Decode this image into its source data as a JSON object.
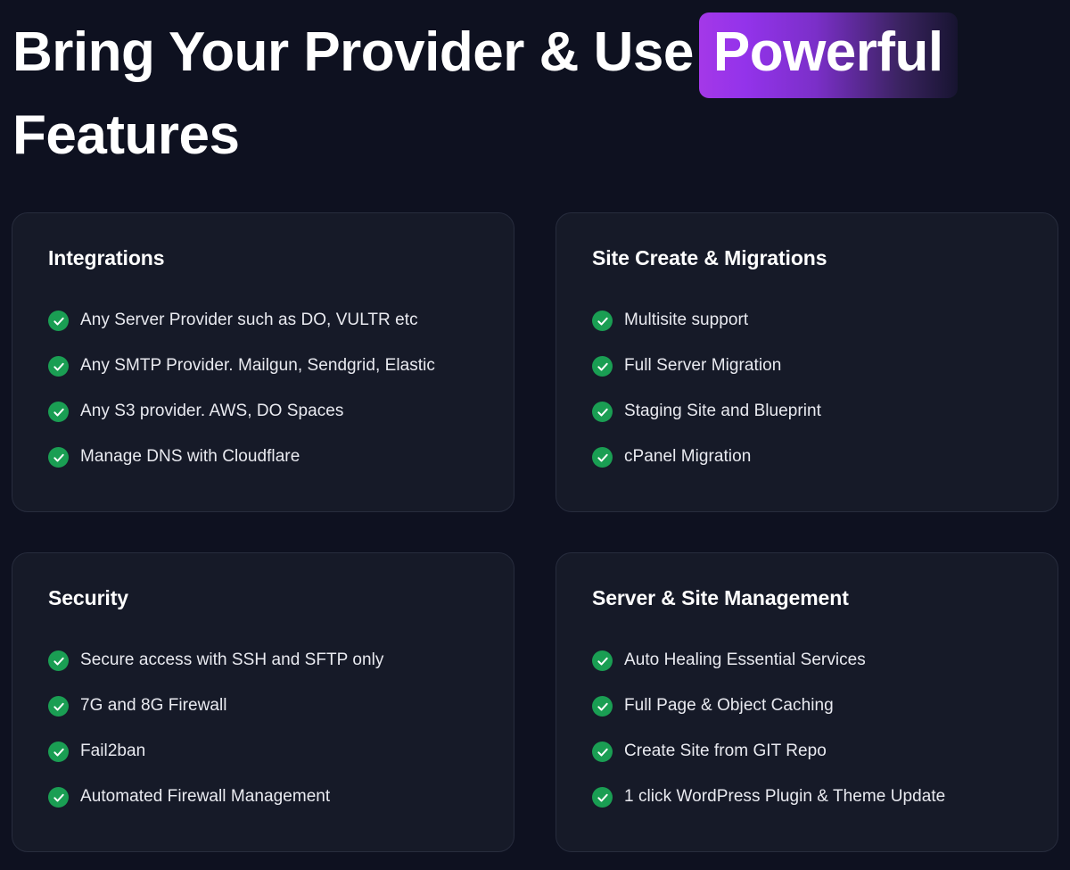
{
  "heading": {
    "line1_before": "Bring Your Provider & Use",
    "highlight": "Powerful",
    "line2": "Features",
    "highlight_color": "#9333ea"
  },
  "icons": {
    "check": "check-circle-icon"
  },
  "colors": {
    "page_background": "#0e1120",
    "card_background": "#161a28",
    "card_border": "#272c3d",
    "check_green": "#1a9e53",
    "accent_purple": "#9333ea",
    "text_primary": "#ffffff",
    "text_body": "#e9eaf0"
  },
  "cards": [
    {
      "title": "Integrations",
      "items": [
        "Any Server Provider such as DO, VULTR etc",
        "Any SMTP Provider. Mailgun, Sendgrid, Elastic",
        "Any S3 provider. AWS, DO Spaces",
        "Manage DNS with Cloudflare"
      ]
    },
    {
      "title": "Site Create & Migrations",
      "items": [
        "Multisite support",
        "Full Server Migration",
        "Staging Site and Blueprint",
        "cPanel Migration"
      ]
    },
    {
      "title": "Security",
      "items": [
        "Secure access with SSH and SFTP only",
        "7G and 8G Firewall",
        "Fail2ban",
        "Automated Firewall Management"
      ]
    },
    {
      "title": "Server & Site Management",
      "items": [
        "Auto Healing Essential Services",
        "Full Page & Object Caching",
        "Create Site from GIT Repo",
        "1 click WordPress Plugin & Theme Update"
      ]
    }
  ]
}
